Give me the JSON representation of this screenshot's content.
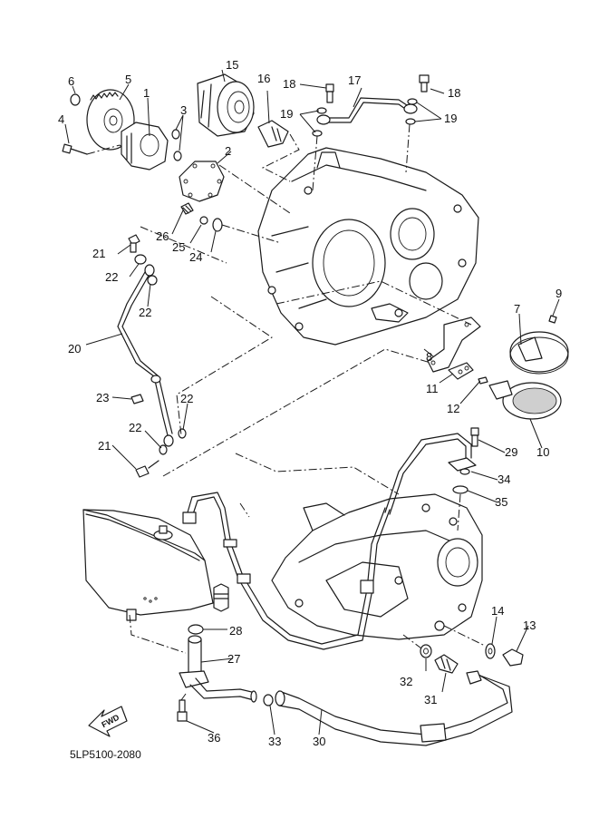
{
  "diagram": {
    "title": "Oil pump / oil lines exploded parts diagram",
    "code": "5LP5100-2080",
    "fwd_label": "FWD",
    "callouts": [
      {
        "id": "1",
        "label": "1",
        "part": "oil-pump-assembly"
      },
      {
        "id": "2",
        "label": "2",
        "part": "gasket"
      },
      {
        "id": "3",
        "label": "3",
        "part": "o-rings"
      },
      {
        "id": "4",
        "label": "4",
        "part": "screw"
      },
      {
        "id": "5",
        "label": "5",
        "part": "oil-pump-driven-gear"
      },
      {
        "id": "6",
        "label": "6",
        "part": "circlip"
      },
      {
        "id": "7",
        "label": "7",
        "part": "strainer-cover"
      },
      {
        "id": "8",
        "label": "8",
        "part": "gasket"
      },
      {
        "id": "9",
        "label": "9",
        "part": "screw"
      },
      {
        "id": "10",
        "label": "10",
        "part": "oil-strainer"
      },
      {
        "id": "11",
        "label": "11",
        "part": "plate"
      },
      {
        "id": "12",
        "label": "12",
        "part": "screw"
      },
      {
        "id": "13",
        "label": "13",
        "part": "drain-bolt"
      },
      {
        "id": "14",
        "label": "14",
        "part": "gasket"
      },
      {
        "id": "15",
        "label": "15",
        "part": "oil-filter"
      },
      {
        "id": "16",
        "label": "16",
        "part": "union-bolt"
      },
      {
        "id": "17",
        "label": "17",
        "part": "oil-delivery-pipe"
      },
      {
        "id": "18a",
        "label": "18",
        "part": "union-bolt-left"
      },
      {
        "id": "18b",
        "label": "18",
        "part": "union-bolt-right"
      },
      {
        "id": "19a",
        "label": "19",
        "part": "gaskets-left"
      },
      {
        "id": "19b",
        "label": "19",
        "part": "gaskets-right"
      },
      {
        "id": "20",
        "label": "20",
        "part": "oil-delivery-pipe-2"
      },
      {
        "id": "21a",
        "label": "21",
        "part": "union-bolt-top"
      },
      {
        "id": "21b",
        "label": "21",
        "part": "union-bolt-bottom"
      },
      {
        "id": "22a",
        "label": "22",
        "part": "gasket-a"
      },
      {
        "id": "22b",
        "label": "22",
        "part": "gasket-b"
      },
      {
        "id": "22c",
        "label": "22",
        "part": "gasket-c"
      },
      {
        "id": "22d",
        "label": "22",
        "part": "gasket-d"
      },
      {
        "id": "23",
        "label": "23",
        "part": "bolt"
      },
      {
        "id": "24",
        "label": "24",
        "part": "relief-valve"
      },
      {
        "id": "25",
        "label": "25",
        "part": "ball"
      },
      {
        "id": "26",
        "label": "26",
        "part": "spring"
      },
      {
        "id": "27",
        "label": "27",
        "part": "pipe-joint"
      },
      {
        "id": "28",
        "label": "28",
        "part": "o-ring"
      },
      {
        "id": "29",
        "label": "29",
        "part": "bolt"
      },
      {
        "id": "30",
        "label": "30",
        "part": "oil-hose"
      },
      {
        "id": "31",
        "label": "31",
        "part": "union"
      },
      {
        "id": "32",
        "label": "32",
        "part": "gasket"
      },
      {
        "id": "33",
        "label": "33",
        "part": "hose-clamp"
      },
      {
        "id": "34",
        "label": "34",
        "part": "pipe-joint"
      },
      {
        "id": "35",
        "label": "35",
        "part": "o-ring"
      },
      {
        "id": "36",
        "label": "36",
        "part": "bolt"
      }
    ]
  }
}
